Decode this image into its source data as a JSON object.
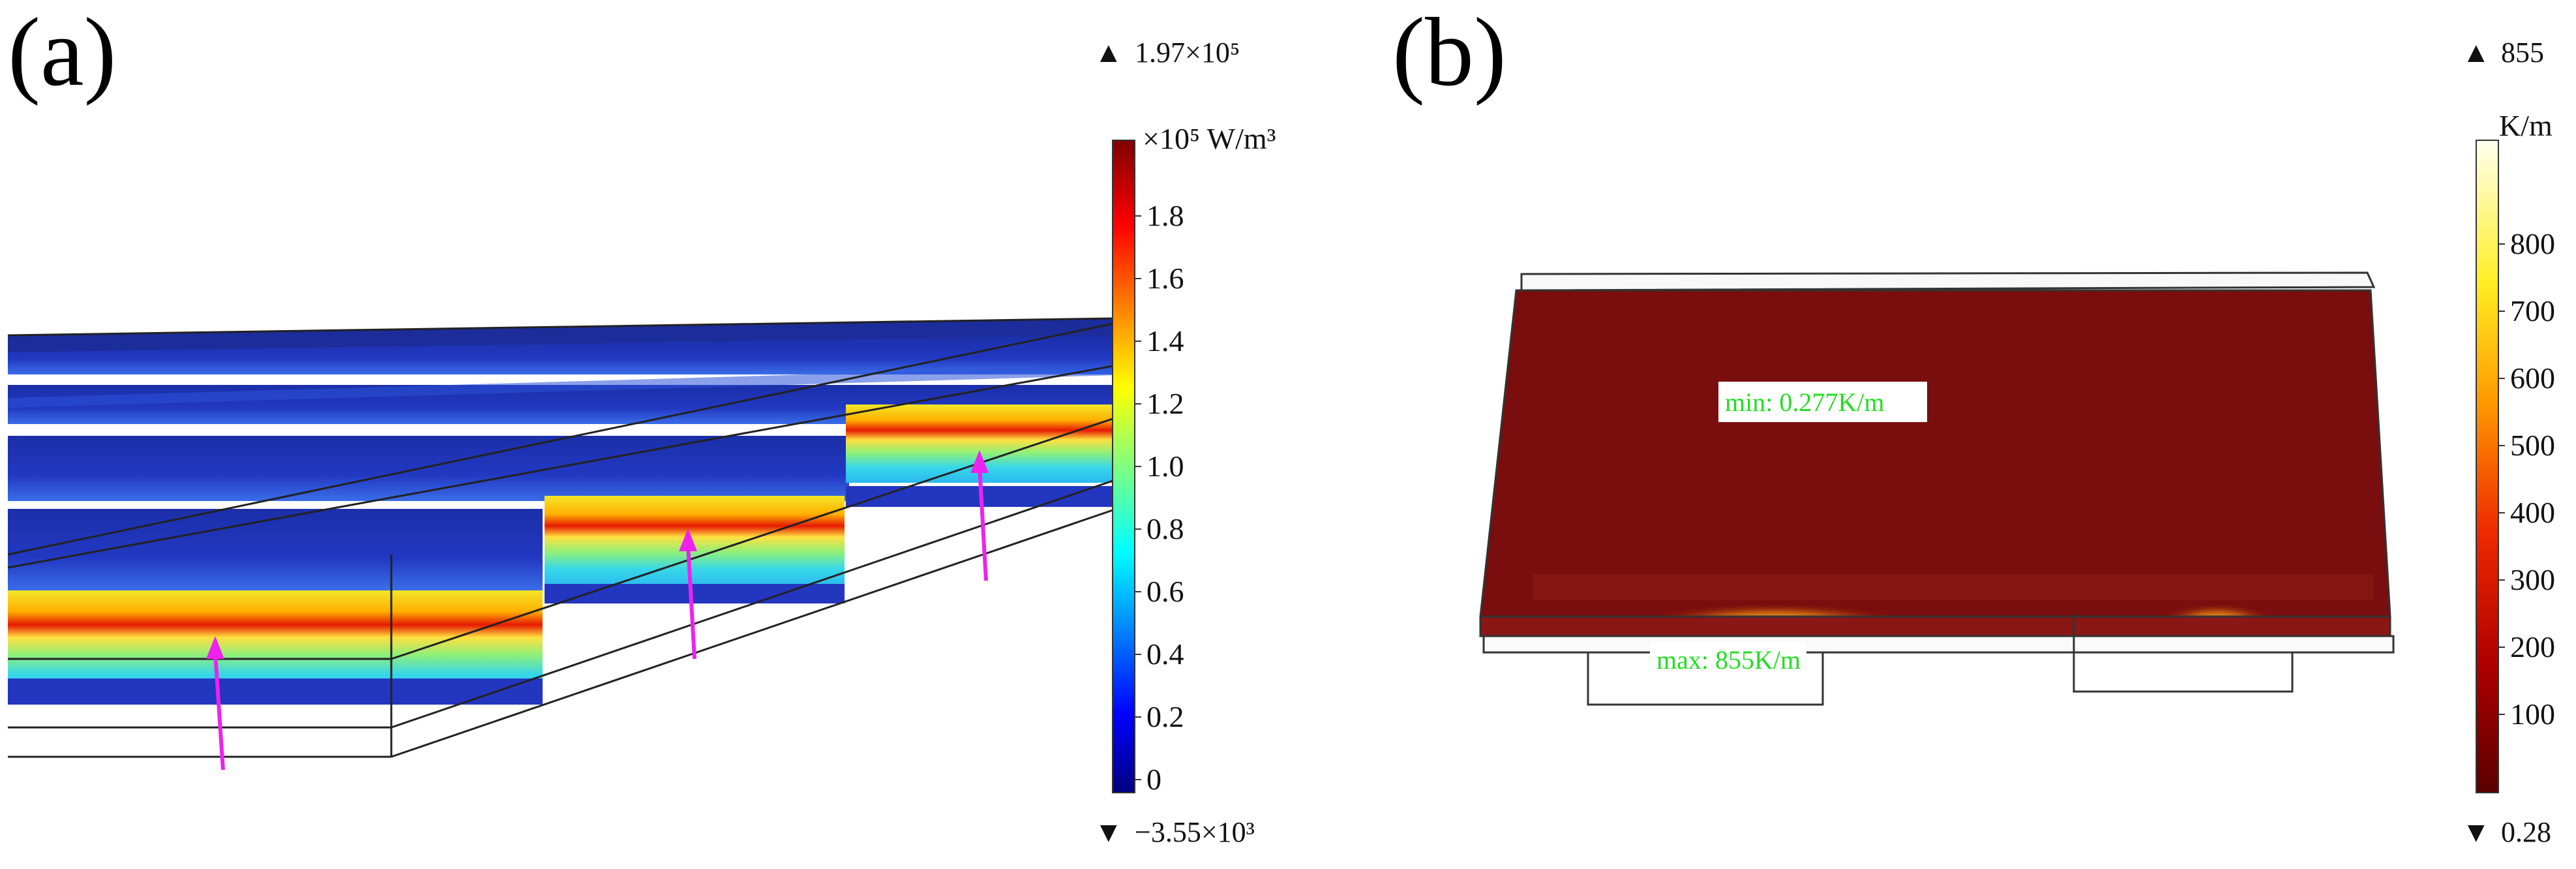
{
  "panel_a": {
    "label": "(a)",
    "max_readout": "1.97×10⁵",
    "min_readout": "−3.55×10³",
    "unit_label": "×10⁵ W/m³",
    "colorbar": {
      "colormap": "jet",
      "ticks": [
        "0",
        "0.2",
        "0.4",
        "0.6",
        "0.8",
        "1.0",
        "1.2",
        "1.4",
        "1.6",
        "1.8"
      ]
    },
    "arrow_color": "#ee22ee"
  },
  "panel_b": {
    "label": "(b)",
    "max_readout": "855",
    "min_readout": "0.28",
    "unit_label": "K/m",
    "colorbar": {
      "colormap": "heat",
      "ticks": [
        "100",
        "200",
        "300",
        "400",
        "500",
        "600",
        "700",
        "800"
      ]
    },
    "annotations": {
      "min_label": "min: 0.277K/m",
      "max_label": "max: 855K/m"
    },
    "annotation_color": "#22dd22"
  },
  "triangle_up": "▲",
  "triangle_down": "▼"
}
